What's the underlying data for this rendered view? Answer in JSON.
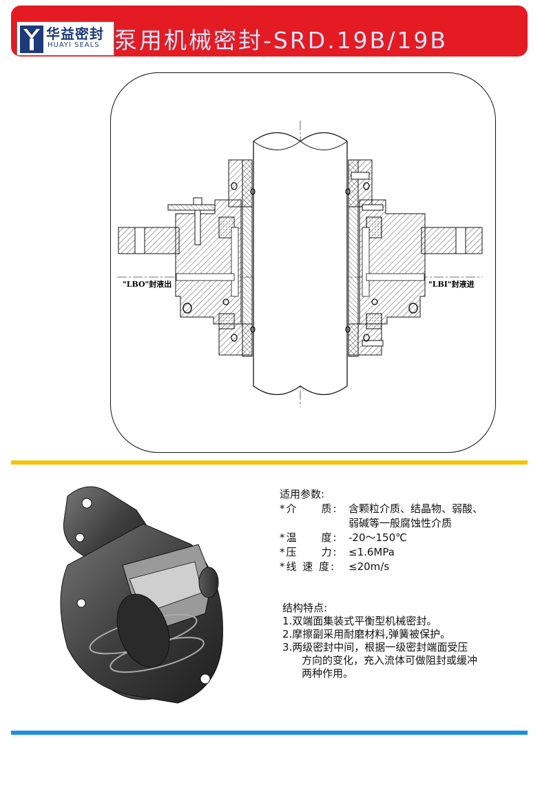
{
  "header": {
    "brand_cn": "华益密封",
    "brand_en": "HUAYI SEALS",
    "title": "泵用机械密封-SRD.19B/19B",
    "bg_color": "#e41b22",
    "title_color": "#cfe6ff"
  },
  "drawing": {
    "left_port_label": "\"LBO\"封液出",
    "right_port_label": "\"LBI\"封液进"
  },
  "params": {
    "heading": "适用参数:",
    "rows": [
      {
        "key": "*介　　质:",
        "value": "含颗粒介质、结晶物、弱酸、",
        "cont": "弱碱等一般腐蚀性介质"
      },
      {
        "key": "*温　　度:",
        "value": "-20～150℃"
      },
      {
        "key": "*压　　力:",
        "value": "≤1.6MPa"
      },
      {
        "key": "*线 速 度:",
        "value": "≤20m/s"
      }
    ]
  },
  "features": {
    "heading": "结构特点:",
    "items": [
      {
        "text": "1.双端面集装式平衡型机械密封。"
      },
      {
        "text": "2.摩擦副采用耐磨材料,弹簧被保护。"
      },
      {
        "text": "3.两级密封中间，根据一级密封端面受压",
        "cont1": "方向的变化，充入流体可做阻封或缓冲",
        "cont2": "两种作用。"
      }
    ]
  },
  "colors": {
    "accent_yellow": "#f5c400",
    "accent_blue": "#1a8fe0"
  }
}
